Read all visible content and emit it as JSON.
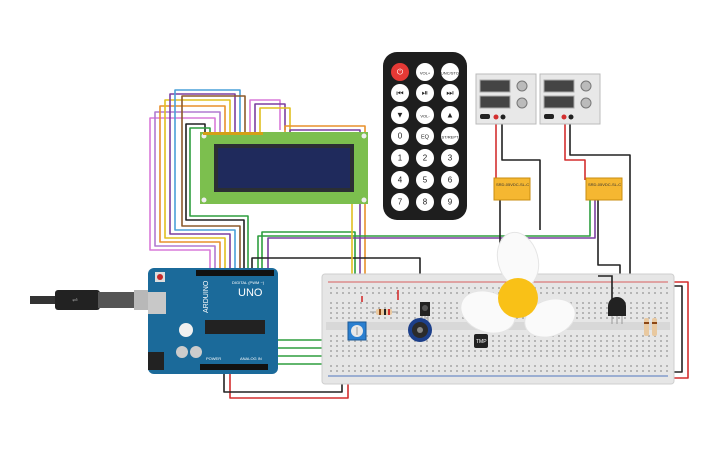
{
  "remote": {
    "buttons": [
      "",
      "VOL+",
      "FUNC/STOP",
      "",
      "",
      "",
      "",
      "VOL-",
      "",
      "0",
      "EQ",
      "ST/REPT",
      "1",
      "2",
      "3",
      "4",
      "5",
      "6",
      "7",
      "8",
      "9"
    ]
  },
  "arduino": {
    "brand": "ARDUINO",
    "model": "UNO",
    "digital_label": "DIGITAL (PWM ~)",
    "power_label": "POWER",
    "analog_label": "ANALOG IN"
  },
  "relay": {
    "label": "SRD-05VDC-SL-C"
  },
  "ic": {
    "label": "TMP"
  },
  "colors": {
    "red_wire": "#d32f2f",
    "black_wire": "#222222",
    "green_wire": "#2e9e3f",
    "purple_wire": "#7b3fa0",
    "orange_wire": "#e8912c",
    "yellow_wire": "#e0c020",
    "arduino": "#1b6a9a",
    "relay": "#f5b731",
    "fan_hub": "#f9c117"
  }
}
